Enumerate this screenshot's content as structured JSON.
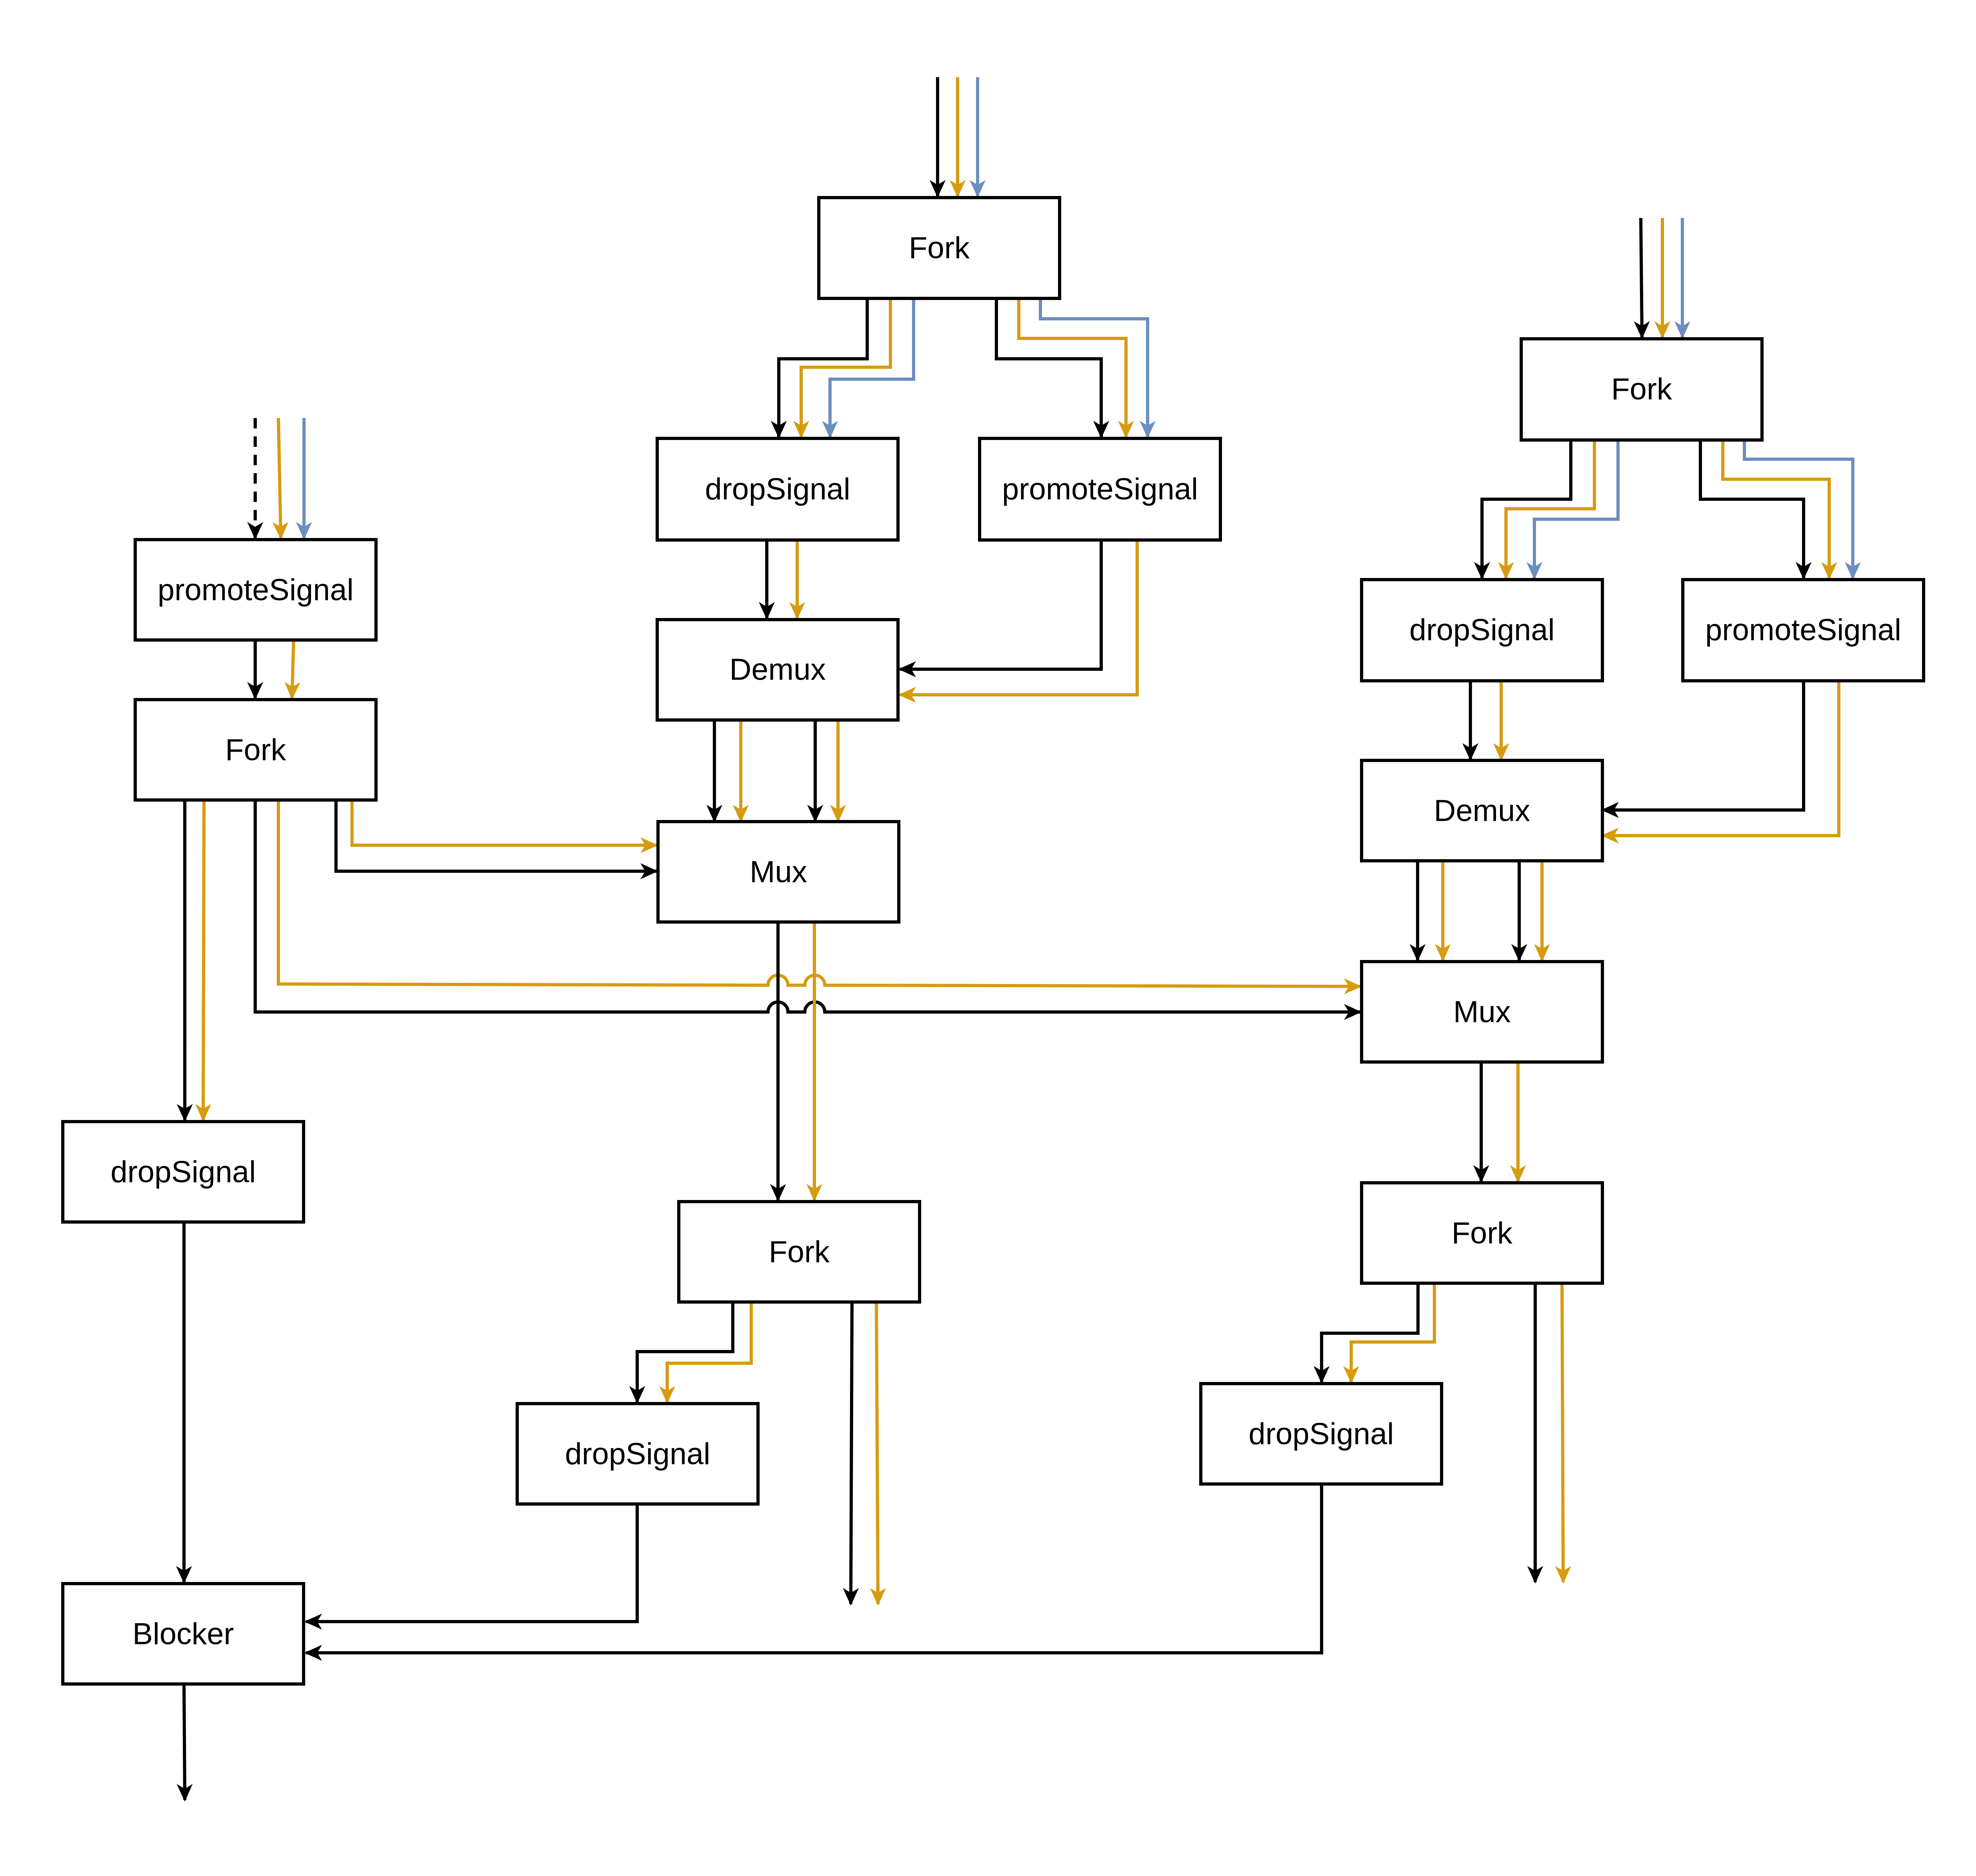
{
  "colors": {
    "control": "#000000",
    "data": "#d69b0f",
    "extra": "#6c8ebf"
  },
  "blocks": {
    "fork_top": "Fork",
    "drop_top": "dropSignal",
    "promote_top": "promoteSignal",
    "demux_mid": "Demux",
    "mux_mid": "Mux",
    "fork_mid_bottom": "Fork",
    "drop_mid_bottom": "dropSignal",
    "promote_left": "promoteSignal",
    "fork_left": "Fork",
    "drop_left": "dropSignal",
    "blocker": "Blocker",
    "fork_right": "Fork",
    "drop_right": "dropSignal",
    "promote_right": "promoteSignal",
    "demux_right": "Demux",
    "mux_right": "Mux",
    "fork_right_bottom": "Fork",
    "drop_right_bottom": "dropSignal"
  }
}
